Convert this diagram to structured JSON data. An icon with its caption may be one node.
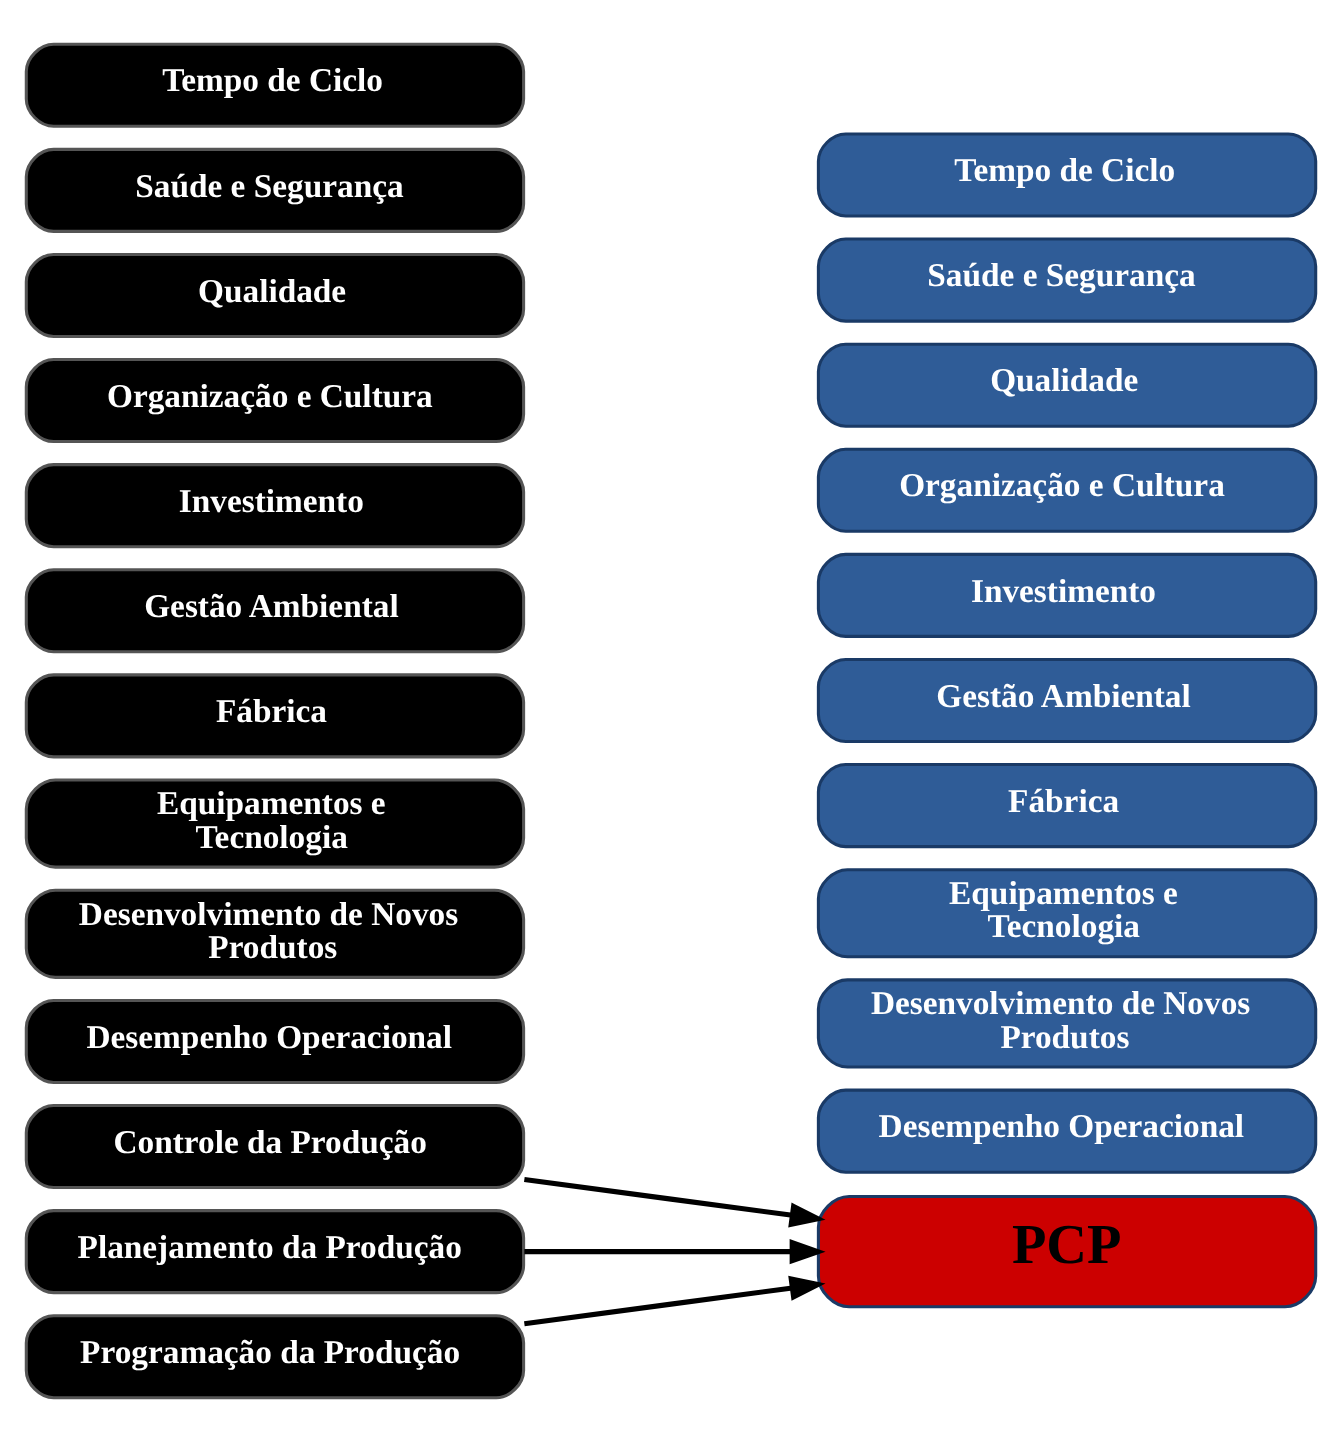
{
  "diagram": {
    "nodes": [
      {
        "text": [
          "Controle da Produção"
        ]
      },
      {
        "text": [
          "Desempenho Operacional"
        ]
      },
      {
        "text": [
          "Desenvolvimento de Novos Produtos"
        ]
      },
      {
        "text": [
          "Equipamentos e Tecnologia"
        ]
      },
      {
        "text": [
          "Fábrica"
        ]
      },
      {
        "text": [
          "Gestão Ambiental"
        ]
      },
      {
        "text": [
          "Investimento"
        ]
      },
      {
        "text": [
          "Organização e Cultura"
        ]
      },
      {
        "text": [
          "Planejamento da Produção"
        ]
      },
      {
        "text": [
          "Programação da Produção"
        ]
      },
      {
        "text": [
          "Qualidade"
        ]
      },
      {
        "text": [
          "Saúde e Segurança"
        ]
      },
      {
        "text": [
          "Tempo de Ciclo"
        ]
      },
      {
        "text": [
          "Desempenho Operacional"
        ]
      },
      {
        "text": [
          "Desenvolvimento de Novos Produtos"
        ]
      },
      {
        "text": [
          "Equipamentos e Tecnologia"
        ]
      },
      {
        "text": [
          "Fábrica"
        ]
      },
      {
        "text": [
          "Gestão Ambiental"
        ]
      },
      {
        "text": [
          "PCP"
        ]
      },
      {
        "text": [
          "Investimento"
        ]
      },
      {
        "text": [
          "Organização e Cultura"
        ]
      },
      {
        "text": [
          "Qualidade"
        ]
      },
      {
        "text": [
          "Saúde e Segurança"
        ]
      },
      {
        "text": [
          "Tempo de Ciclo"
        ]
      }
    ],
    "edges": [
      {
        "from": 0,
        "to": 18,
        "arrow": "to"
      },
      {
        "from": 8,
        "to": 18,
        "arrow": "to"
      },
      {
        "from": 9,
        "to": 18,
        "arrow": "to"
      }
    ]
  }
}
